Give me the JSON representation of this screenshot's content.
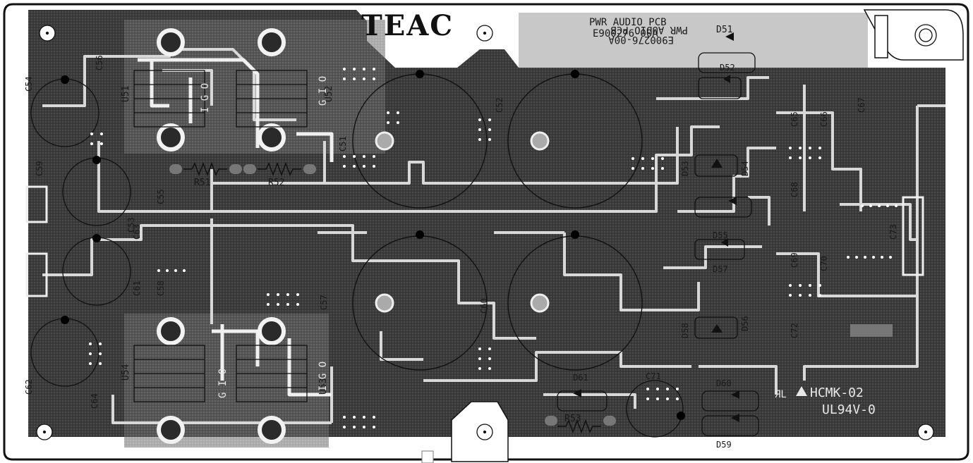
{
  "brand": "TEAC",
  "board": {
    "name_line_mirrored": "PWR AUDIO PCB",
    "part_line_mirrored": "E900276-00A",
    "overlay_line1": "PWR AUDIO PCB",
    "overlay_line2": "E900276-00A"
  },
  "marking": {
    "code": "HCMK-02",
    "sub_code": "UL94V-0",
    "ul_mark": "ЯL"
  },
  "labels": {
    "d51": "D51",
    "d52": "D52",
    "d53": "D53",
    "d54": "D54",
    "d55": "D55",
    "d56": "D56",
    "d57": "D57",
    "d58": "D58",
    "d59": "D59",
    "d60": "D60",
    "d61": "D61",
    "r51": "R51",
    "r52": "R52",
    "r53": "R53",
    "u51": "U51",
    "u52": "U52",
    "u53": "U53",
    "u54": "U54",
    "c51": "C51",
    "c52": "C52",
    "c53": "C53",
    "c54": "C54",
    "c55": "C55",
    "c56": "C56",
    "c57": "C57",
    "c58": "C58",
    "c59": "C59",
    "c60": "C60",
    "c61": "C61",
    "c62": "C62",
    "c63": "C63",
    "c64": "C64",
    "c65": "C65",
    "c66": "C66",
    "c67": "C67",
    "c68": "C68",
    "c69": "C69",
    "c70": "C70",
    "c71": "C71",
    "c72": "C72",
    "c73": "C73",
    "igo": "I G O",
    "gio": "G I O"
  },
  "colors": {
    "copper": "#3a3a3a",
    "board_edge": "#111111",
    "trace": "#bdbdbd",
    "pad": "#f2f2f2",
    "label_panel": "#c8c8c8"
  }
}
